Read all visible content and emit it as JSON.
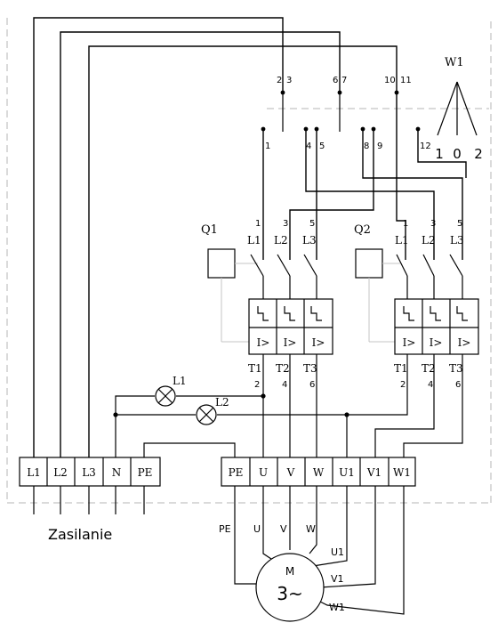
{
  "selector": {
    "name": "W1",
    "positions": [
      "1",
      "0",
      "2"
    ],
    "upper_contacts": [
      "2",
      "3",
      "6",
      "7",
      "10",
      "11"
    ],
    "lower_contacts": [
      "1",
      "4",
      "5",
      "8",
      "9",
      "12"
    ]
  },
  "breaker_q1": {
    "name": "Q1",
    "in_numbers": [
      "1",
      "3",
      "5"
    ],
    "in_phases": [
      "L1",
      "L2",
      "L3"
    ],
    "trip_label": "I>",
    "out_labels": [
      "T1",
      "T2",
      "T3"
    ],
    "out_numbers": [
      "2",
      "4",
      "6"
    ]
  },
  "breaker_q2": {
    "name": "Q2",
    "in_numbers": [
      "1",
      "3",
      "5"
    ],
    "in_phases": [
      "L1",
      "L2",
      "L3"
    ],
    "trip_label": "I>",
    "out_labels": [
      "T1",
      "T2",
      "T3"
    ],
    "out_numbers": [
      "2",
      "4",
      "6"
    ]
  },
  "lamps": [
    "L1",
    "L2"
  ],
  "supply_terminals": [
    "L1",
    "L2",
    "L3",
    "N",
    "PE"
  ],
  "supply_label": "Zasilanie",
  "motor_terminals": [
    "PE",
    "U",
    "V",
    "W",
    "U1",
    "V1",
    "W1"
  ],
  "motor": {
    "label": "M",
    "phases_label": "3~",
    "lead_labels": [
      "PE",
      "U",
      "V",
      "W",
      "U1",
      "V1",
      "W1"
    ]
  }
}
